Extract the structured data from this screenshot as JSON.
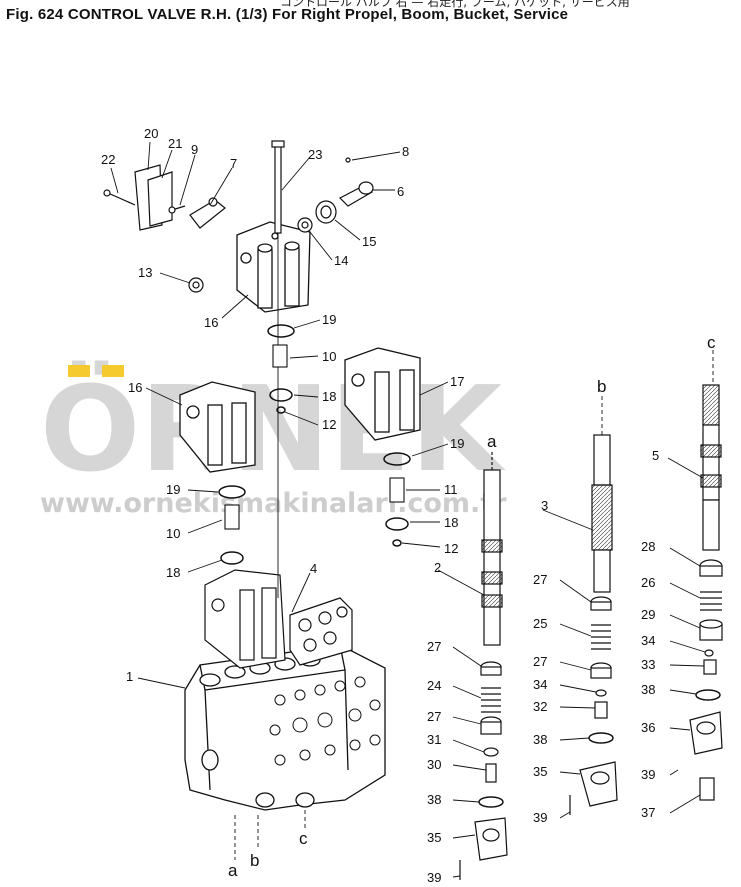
{
  "header": {
    "title": "Fig. 624  CONTROL VALVE R.H. (1/3) For Right Propel, Boom, Bucket, Service",
    "japanese_strip": "コントロール バルブ 右 — 右走行, ブーム, バケット, サービス用"
  },
  "watermark": {
    "brand": "ÖRNEK",
    "url": "www.ornekismakinalari.com.tr",
    "accent_color": "#f5c518",
    "text_color": "#c8c8c8"
  },
  "callouts": {
    "c1": "1",
    "c2": "2",
    "c3": "3",
    "c4": "4",
    "c5": "5",
    "c6": "6",
    "c7": "7",
    "c8": "8",
    "c9": "9",
    "c10a": "10",
    "c10b": "10",
    "c11": "11",
    "c12a": "12",
    "c12b": "12",
    "c13": "13",
    "c14": "14",
    "c15": "15",
    "c16a": "16",
    "c16b": "16",
    "c17": "17",
    "c18a": "18",
    "c18b": "18",
    "c18c": "18",
    "c19a": "19",
    "c19b": "19",
    "c19c": "19",
    "c20": "20",
    "c21": "21",
    "c22": "22",
    "c23": "23",
    "c24": "24",
    "c25": "25",
    "c26": "26",
    "c27a": "27",
    "c27b": "27",
    "c27c": "27",
    "c27d": "27",
    "c28": "28",
    "c29": "29",
    "c30": "30",
    "c31": "31",
    "c32": "32",
    "c33": "33",
    "c34a": "34",
    "c34b": "34",
    "c35a": "35",
    "c35b": "35",
    "c36": "36",
    "c37": "37",
    "c38a": "38",
    "c38b": "38",
    "c38c": "38",
    "c39a": "39",
    "c39b": "39",
    "c39c": "39"
  },
  "ref_letters": {
    "a_top": "a",
    "b_top": "b",
    "c_top": "c",
    "a_bottom": "a",
    "b_bottom": "b",
    "c_bottom": "c"
  }
}
